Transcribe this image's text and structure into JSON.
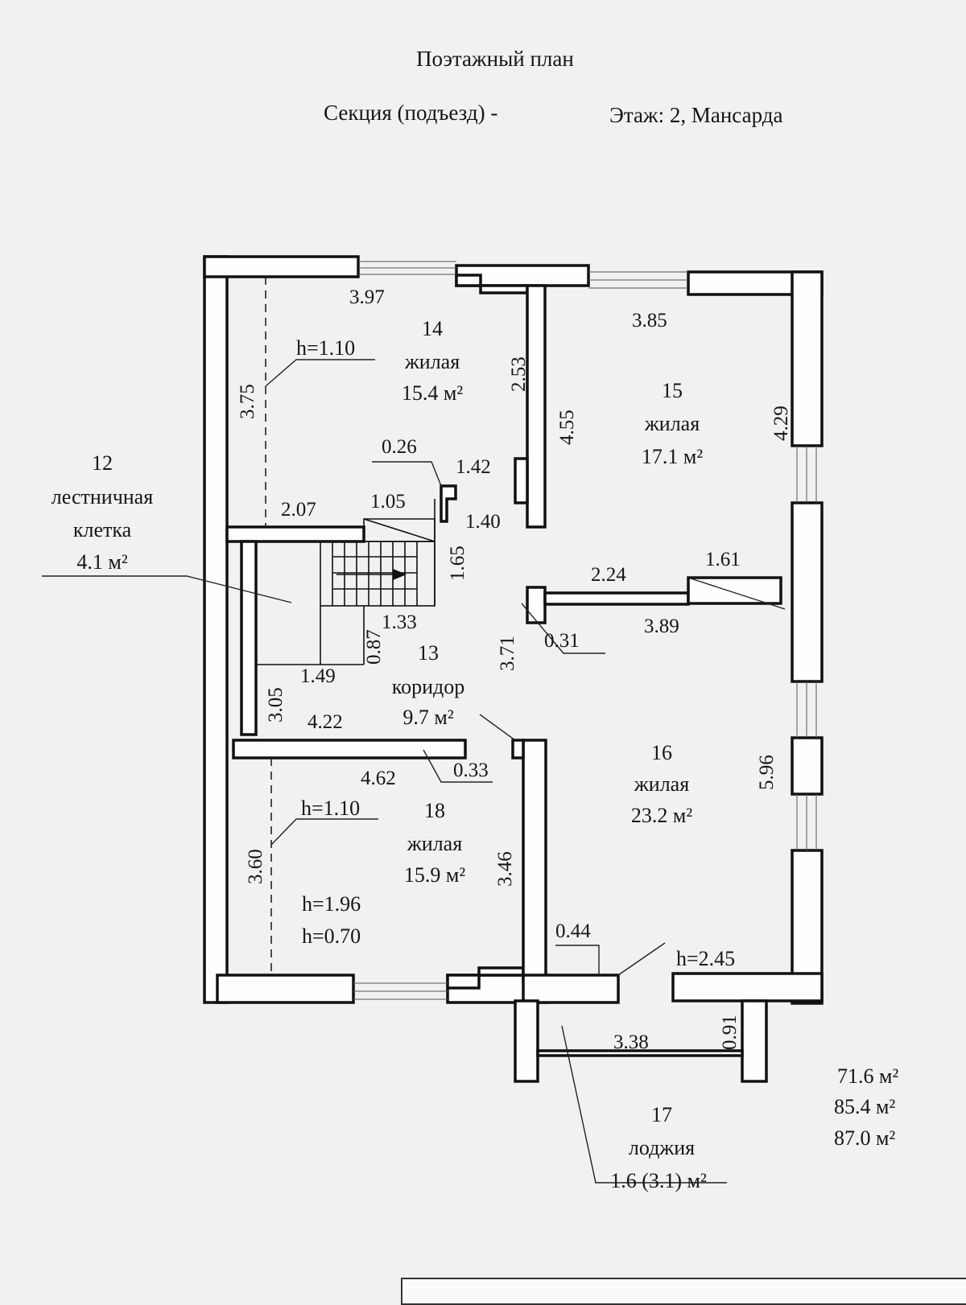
{
  "header": {
    "title": "Поэтажный план",
    "section": "Секция (подъезд) -",
    "floor": "Этаж: 2, Мансарда"
  },
  "rooms": {
    "r12": {
      "num": "12",
      "name_1": "лестничная",
      "name_2": "клетка",
      "area": "4.1 м²"
    },
    "r13": {
      "num": "13",
      "name": "коридор",
      "area": "9.7 м²"
    },
    "r14": {
      "num": "14",
      "name": "жилая",
      "area": "15.4 м²"
    },
    "r15": {
      "num": "15",
      "name": "жилая",
      "area": "17.1 м²"
    },
    "r16": {
      "num": "16",
      "name": "жилая",
      "area": "23.2 м²"
    },
    "r17": {
      "num": "17",
      "name": "лоджия",
      "area": "1.6 (3.1) м²"
    },
    "r18": {
      "num": "18",
      "name": "жилая",
      "area": "15.9 м²"
    }
  },
  "heights": {
    "h_14": "h=1.10",
    "h_18": "h=1.10",
    "h_18_a": "h=1.96",
    "h_18_b": "h=0.70",
    "h_16": "h=2.45"
  },
  "dimensions": {
    "d397": "3.97",
    "d385": "3.85",
    "d375": "3.75",
    "d253": "2.53",
    "d455": "4.55",
    "d429": "4.29",
    "d026": "0.26",
    "d142": "1.42",
    "d105": "1.05",
    "d207": "2.07",
    "d140": "1.40",
    "d165": "1.65",
    "d224": "2.24",
    "d161": "1.61",
    "d133": "1.33",
    "d087": "0.87",
    "d031": "0.31",
    "d389": "3.89",
    "d371": "3.71",
    "d149": "1.49",
    "d305": "3.05",
    "d422": "4.22",
    "d033": "0.33",
    "d462": "4.62",
    "d596": "5.96",
    "d360": "3.60",
    "d346": "3.46",
    "d044": "0.44",
    "d091": "0.91",
    "d338": "3.38"
  },
  "totals": [
    "71.6 м²",
    "85.4 м²",
    "87.0 м²"
  ]
}
